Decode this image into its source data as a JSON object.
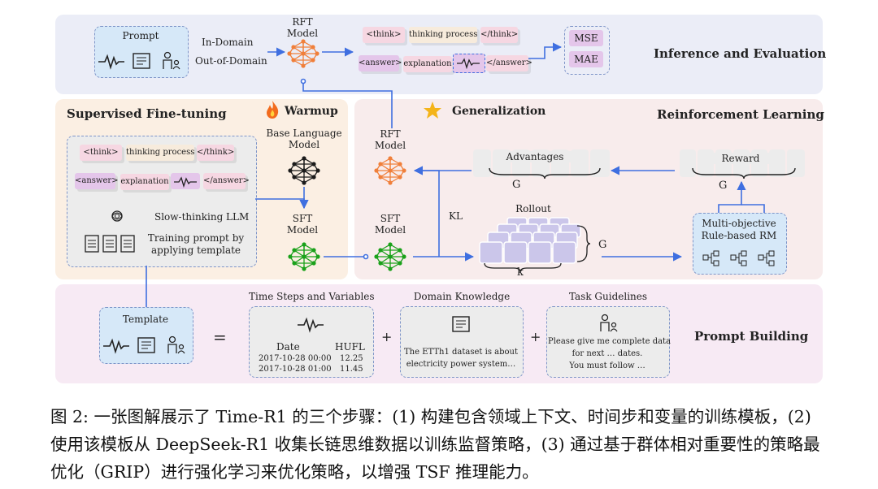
{
  "inference": {
    "prompt_label": "Prompt",
    "in_domain": "In-Domain",
    "out_of_domain": "Out-of-Domain",
    "rft_model": "RFT\nModel",
    "think_open": "<think>",
    "thinking_process": "thinking process",
    "think_close": "</think>",
    "answer_open": "<answer>",
    "explanation": "explanation",
    "answer_close": "</answer>",
    "mse": "MSE",
    "mae": "MAE",
    "title": "Inference and Evaluation"
  },
  "sft": {
    "title": "Supervised Fine-tuning",
    "think_open": "<think>",
    "thinking_process": "thinking process",
    "think_close": "</think>",
    "answer_open": "<answer>",
    "explanation": "explanation",
    "answer_close": "</answer>",
    "slow_llm": "Slow-thinking LLM",
    "training_prompt": "Training prompt by\napplying template",
    "warmup": "Warmup",
    "base_model": "Base Language\nModel",
    "sft_model": "SFT\nModel"
  },
  "rl": {
    "generalization": "Generalization",
    "title": "Reinforcement Learning",
    "rft_model": "RFT\nModel",
    "sft_model": "SFT\nModel",
    "kl": "KL",
    "advantages": "Advantages",
    "reward": "Reward",
    "g1": "G",
    "g2": "G",
    "g3": "G",
    "k": "k",
    "rollout": "Rollout",
    "rm": "Multi-objective\nRule-based RM"
  },
  "prompt_building": {
    "template": "Template",
    "equals": "=",
    "plus1": "+",
    "plus2": "+",
    "ts_title": "Time Steps and Variables",
    "col_date": "Date",
    "col_hufl": "HUFL",
    "rows": [
      {
        "date": "2017-10-28 00:00",
        "value": "12.25"
      },
      {
        "date": "2017-10-28 01:00",
        "value": "11.45"
      }
    ],
    "dk_title": "Domain Knowledge",
    "dk_text": "The ETTh1 dataset is about\nelectricity power system…",
    "tg_title": "Task Guidelines",
    "tg_text": "Please give me complete data\nfor next … dates.\nYou must follow …",
    "title": "Prompt Building"
  },
  "caption": "图 2: 一张图解展示了 Time-R1 的三个步骤：(1) 构建包含领域上下文、时间步和变量的训练模板，(2) 使用该模板从 DeepSeek-R1 收集长链思维数据以训练监督策略，(3) 通过基于群体相对重要性的策略最优化（GRIP）进行强化学习来优化策略，以增强 TSF 推理能力。",
  "colors": {
    "top_panel": "#ebedf7",
    "sft_panel": "#fbefe3",
    "rl_panel": "#f8ecec",
    "bottom_panel": "#f7eaf4",
    "blue_box": "#d6e8f8",
    "arrow": "#3f6fe0",
    "rft_net": "#f07f3a",
    "base_net": "#1a1a1a",
    "sft_net": "#1aa11a"
  }
}
